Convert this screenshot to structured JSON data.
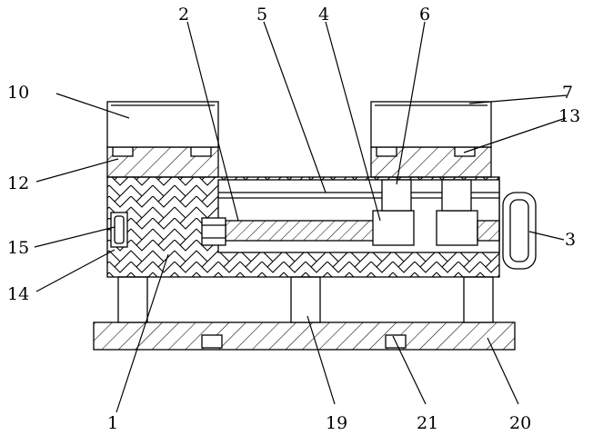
{
  "labels": {
    "l1": "1",
    "l2": "2",
    "l3": "3",
    "l4": "4",
    "l5": "5",
    "l6": "6",
    "l7": "7",
    "l10": "10",
    "l12": "12",
    "l13": "13",
    "l14": "14",
    "l15": "15",
    "l19": "19",
    "l20": "20",
    "l21": "21"
  },
  "colors": {
    "stroke": "#000000",
    "background": "#ffffff"
  }
}
